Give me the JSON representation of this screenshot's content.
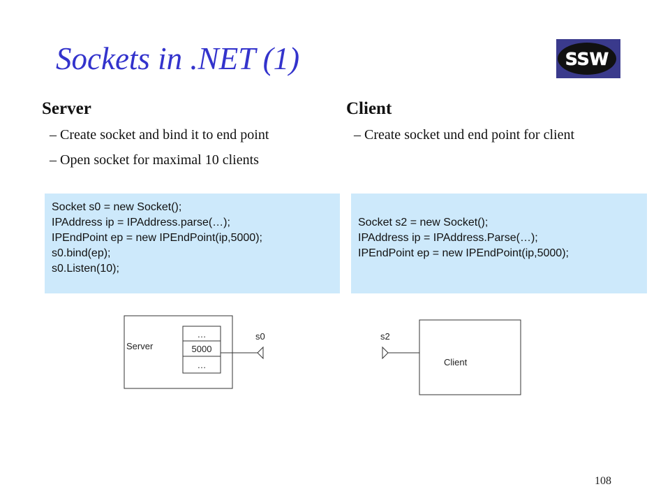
{
  "slide": {
    "title": "Sockets in .NET (1)",
    "logo_text": "SSW",
    "page_number": "108"
  },
  "server": {
    "heading": "Server",
    "bullets": [
      "– Create socket and bind it to end point",
      "– Open socket for maximal 10 clients"
    ],
    "code": [
      "Socket s0 = new Socket();",
      "IPAddress ip = IPAddress.parse(…);",
      "IPEndPoint ep = new IPEndPoint(ip,5000);",
      "s0.bind(ep);",
      "s0.Listen(10);"
    ]
  },
  "client": {
    "heading": "Client",
    "bullets": [
      "– Create socket und end point for client"
    ],
    "code": [
      "Socket s2 = new Socket();",
      "IPAddress ip = IPAddress.Parse(…);",
      "IPEndPoint ep = new IPEndPoint(ip,5000);"
    ]
  },
  "diagram": {
    "server_label": "Server",
    "port_slots": [
      "…",
      "5000",
      "…"
    ],
    "server_socket_label": "s0",
    "client_label": "Client",
    "client_socket_label": "s2"
  },
  "colors": {
    "title": "#3333cc",
    "code_background": "#cde9fb",
    "logo_background": "#3a3a8c"
  }
}
